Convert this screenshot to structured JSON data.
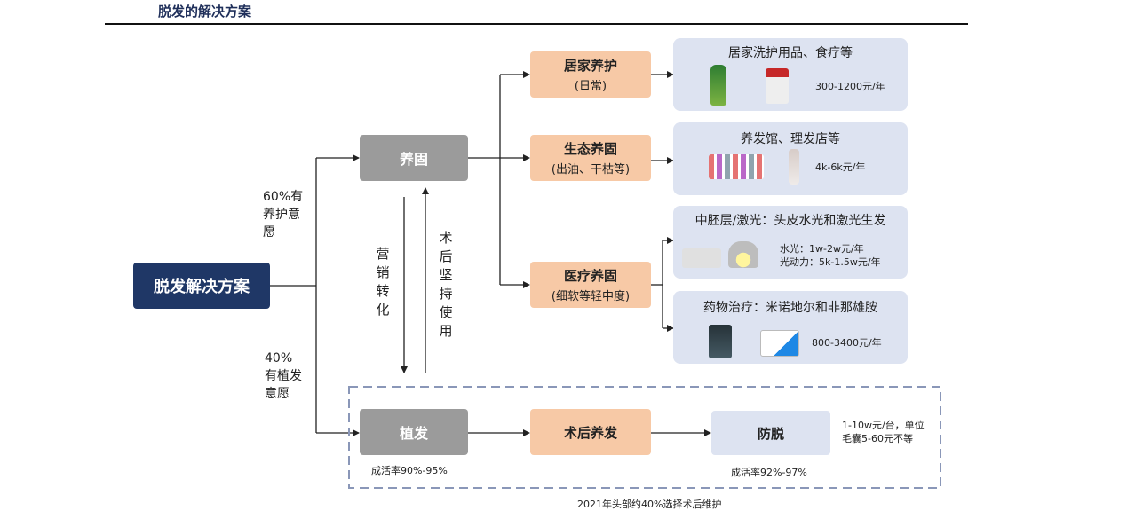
{
  "page": {
    "title": "脱发的解决方案"
  },
  "root": {
    "label": "脱发解决方案"
  },
  "branch_labels": {
    "upper": [
      "60%有",
      "养护意",
      "愿"
    ],
    "lower": [
      "40%",
      "有植发",
      "意愿"
    ]
  },
  "yanggu": {
    "label": "养固"
  },
  "zhifa": {
    "label": "植发",
    "rate": "成活率90%-95%"
  },
  "side_labels": {
    "marketing": [
      "营",
      "销",
      "转",
      "化"
    ],
    "post_use": [
      "术",
      "后",
      "坚",
      "持",
      "使",
      "用"
    ]
  },
  "options": [
    {
      "title": "居家养护",
      "sub": "(日常)"
    },
    {
      "title": "生态养固",
      "sub": "(出油、干枯等)"
    },
    {
      "title": "医疗养固",
      "sub": "(细软等轻中度)"
    }
  ],
  "details": [
    {
      "header": "居家洗护用品、食疗等",
      "price": "300-1200元/年"
    },
    {
      "header": "养发馆、理发店等",
      "price": "4k-6k元/年"
    },
    {
      "header": "中胚层/激光：头皮水光和激光生发",
      "price_lines": [
        "水光：1w-2w元/年",
        "光动力：5k-1.5w元/年"
      ]
    },
    {
      "header": "药物治疗：米诺地尔和非那雄胺",
      "price": "800-3400元/年"
    }
  ],
  "shuhou": {
    "label": "术后养发"
  },
  "fangtuo": {
    "label": "防脱",
    "rate": "成活率92%-97%"
  },
  "zhifa_cost": [
    "1-10w元/台，单位",
    "毛囊5-60元不等"
  ],
  "footnote": "2021年头部约40%选择术后维护",
  "colors": {
    "navy": "#1f3766",
    "grey": "#9b9b9b",
    "peach": "#f7c9a6",
    "lavender": "#dde3f1",
    "dashed": "#8a97b8"
  }
}
